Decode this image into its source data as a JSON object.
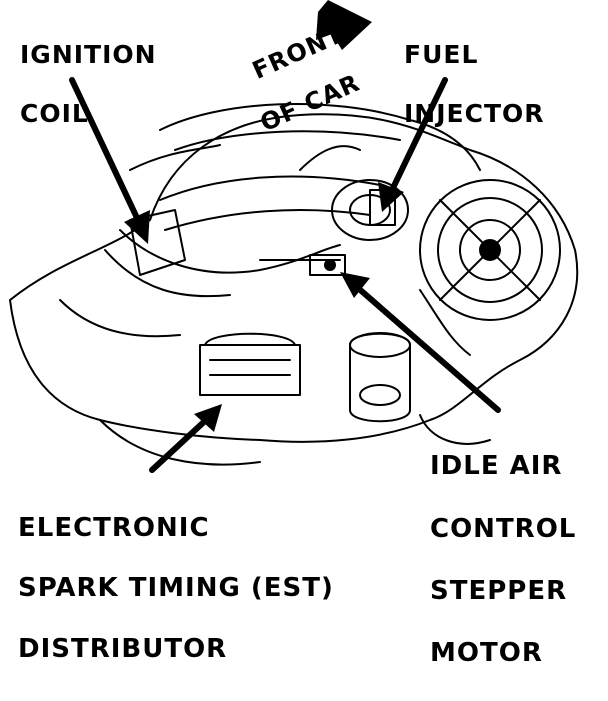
{
  "figure": {
    "labels": {
      "ignition_coil": [
        "IGNITION",
        "COIL"
      ],
      "fuel_injector": [
        "FUEL",
        "INJECTOR"
      ],
      "front_of_car": [
        "FRONT",
        "OF CAR"
      ],
      "idle_air_control": [
        "IDLE AIR",
        "CONTROL",
        "STEPPER",
        "MOTOR"
      ],
      "est_distributor": [
        "ELECTRONIC",
        "SPARK TIMING (EST)",
        "DISTRIBUTOR"
      ]
    },
    "ink_color": "#000000",
    "background_color": "#ffffff"
  }
}
